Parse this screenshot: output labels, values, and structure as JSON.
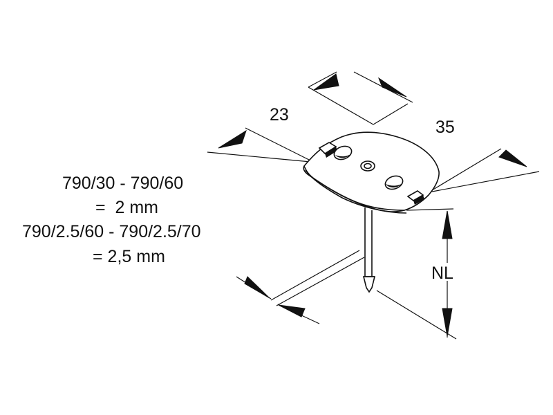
{
  "dimensions": {
    "width_23": "23",
    "length_35": "35",
    "nail_length": "NL"
  },
  "notes": {
    "line1": "790/30 - 790/60",
    "line2": "=  2 mm",
    "line3": "790/2.5/60 - 790/2.5/70",
    "line4": "= 2,5 mm"
  }
}
